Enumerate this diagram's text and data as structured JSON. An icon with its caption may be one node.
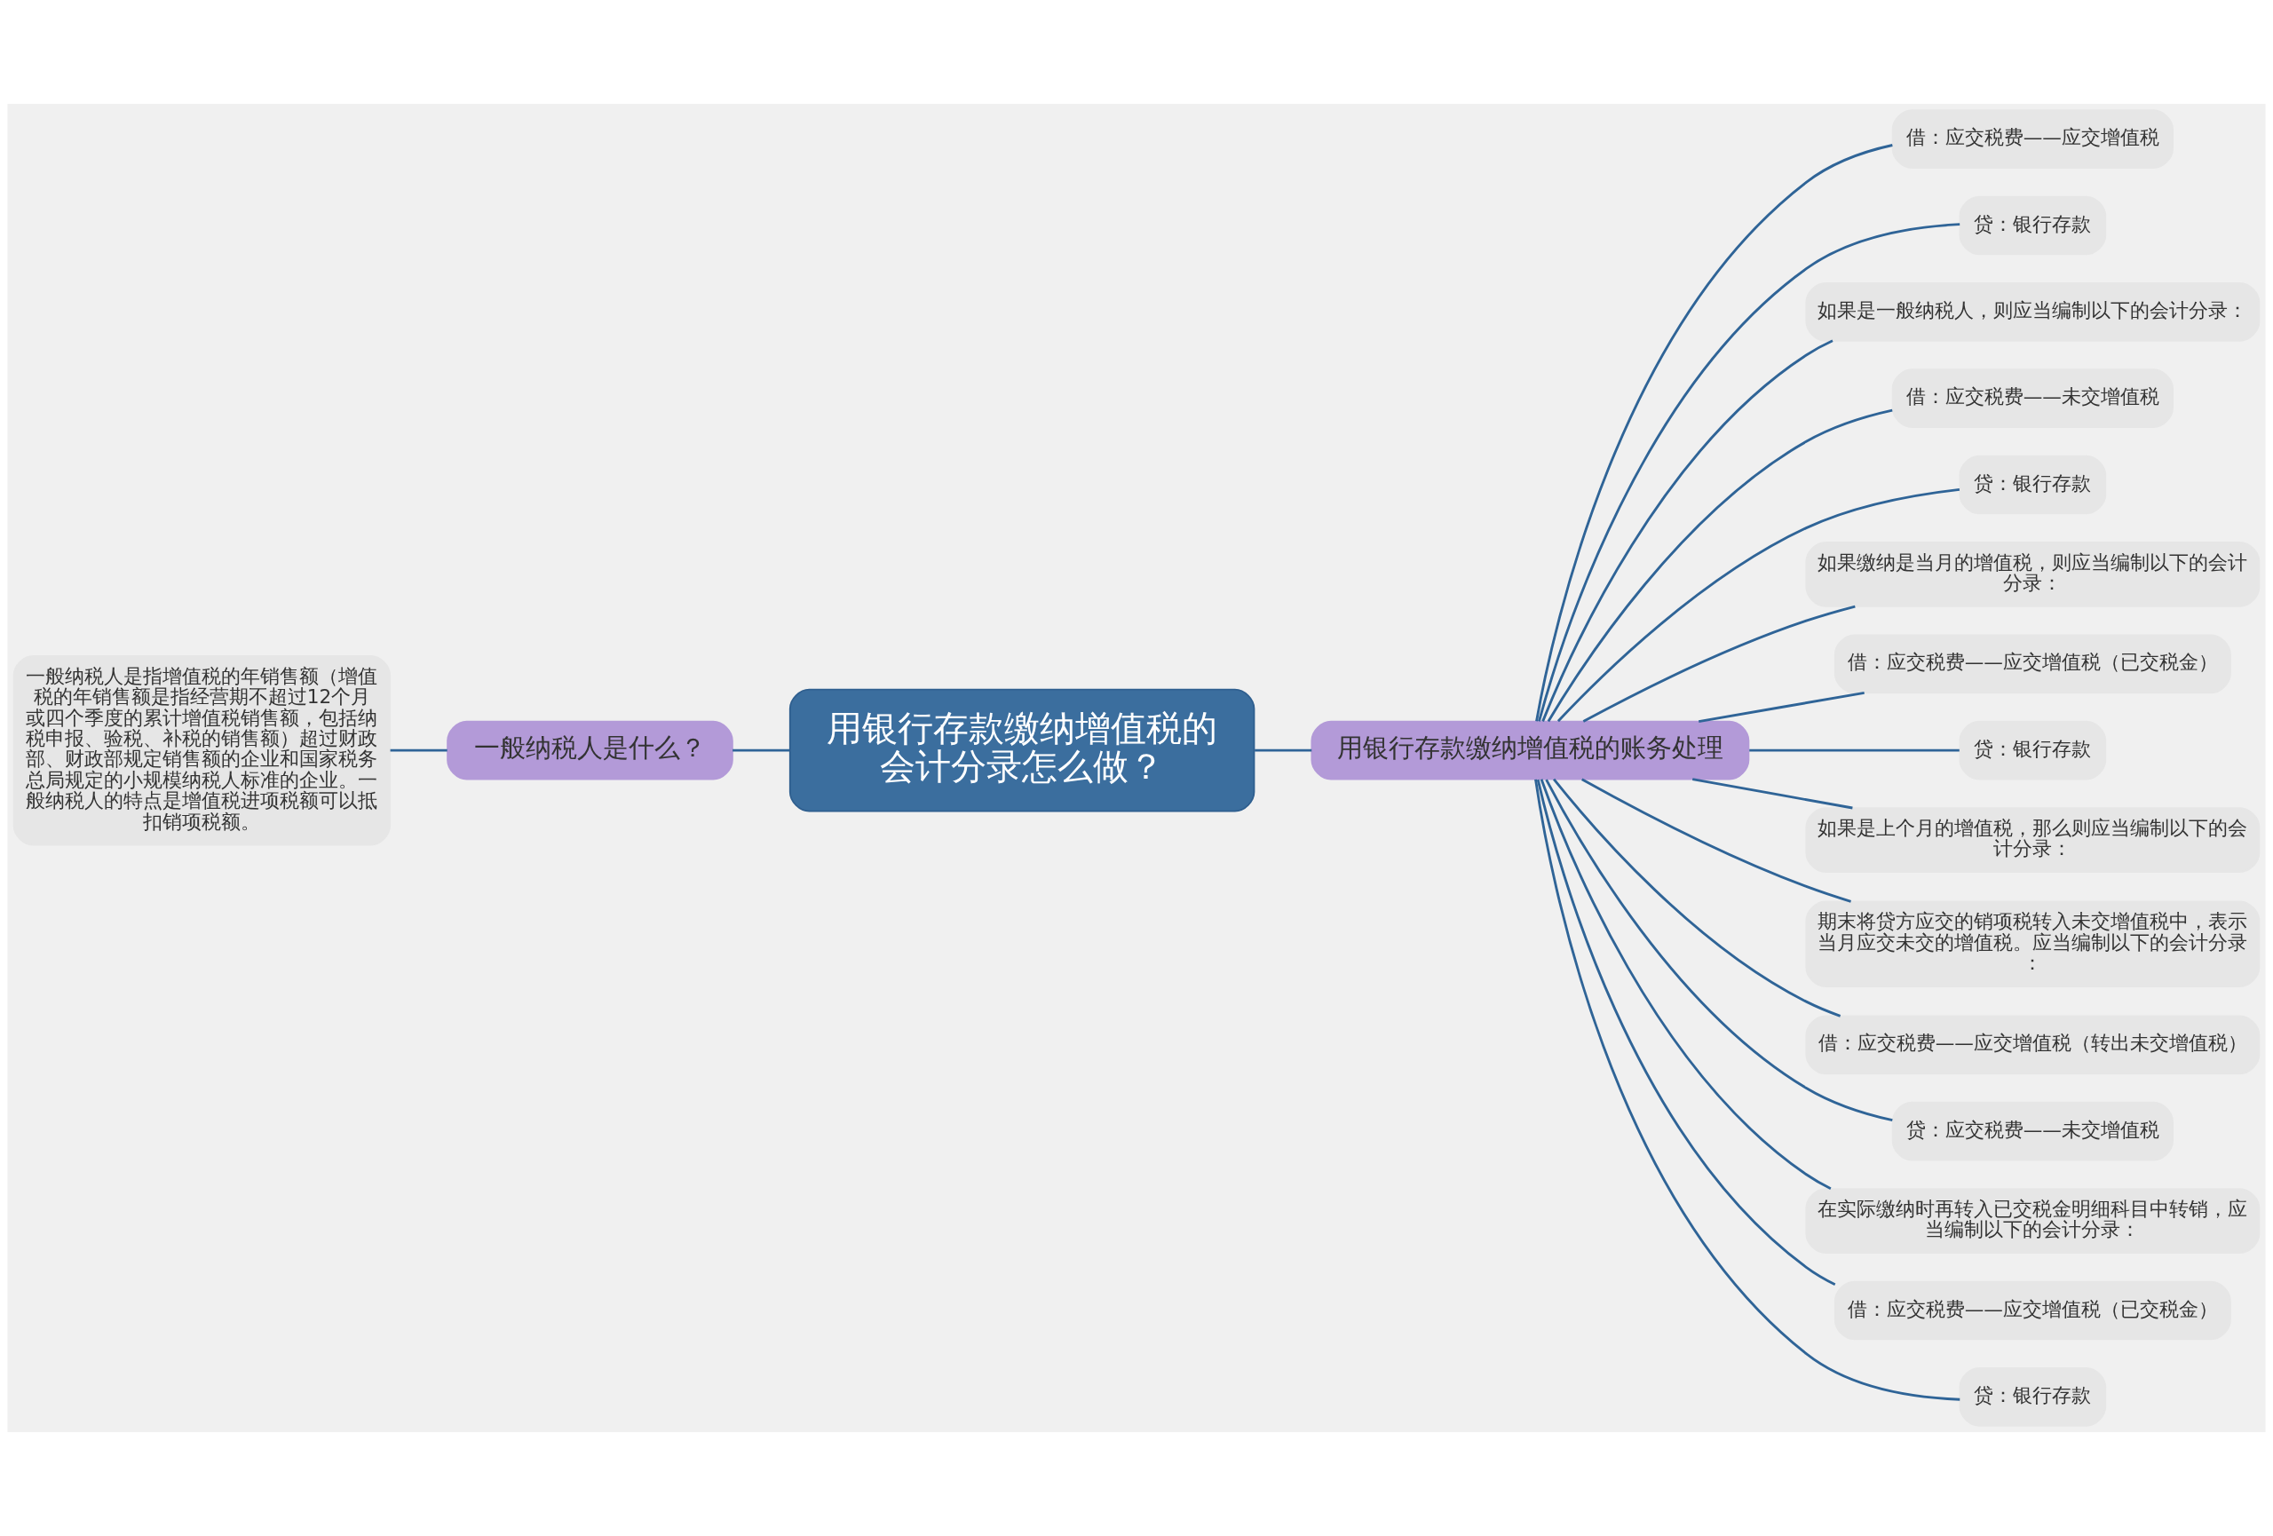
{
  "diagram": {
    "nodes": [
      {
        "text": [
          "用银行存款缴纳增值税的会计分录怎么做？"
        ]
      },
      {
        "text": [
          "一般纳税人是什么？"
        ]
      },
      {
        "text": [
          "一般纳税人是指增值税的年销售额（增值税的年销售额是指经营期不超过12个月或四个季度的累计增值税销售额，包括纳税申报、验税、补税的销售额）超过财政部、财政部规定销售额的企业和国家税务总局规定的小规模纳税人标准的企业。一般纳税人的特点是增值税进项税额可以抵扣销项税额。"
        ]
      },
      {
        "text": [
          "用银行存款缴纳增值税的账务处理"
        ]
      },
      {
        "text": [
          "借：应交税费——应交增值税"
        ]
      },
      {
        "text": [
          "贷：银行存款"
        ]
      },
      {
        "text": [
          "如果是一般纳税人，则应当编制以下的会计分录："
        ]
      },
      {
        "text": [
          "借：应交税费——未交增值税"
        ]
      },
      {
        "text": [
          "贷：银行存款"
        ]
      },
      {
        "text": [
          "如果缴纳是当月的增值税，则应当编制以下的会计分录："
        ]
      },
      {
        "text": [
          "借：应交税费——应交增值税（已交税金）"
        ]
      },
      {
        "text": [
          "贷：银行存款"
        ]
      },
      {
        "text": [
          "如果是上个月的增值税，那么则应当编制以下的会计分录："
        ]
      },
      {
        "text": [
          "期末将贷方应交的销项税转入未交增值税中，表示当月应交未交的增值税。应当编制以下的会计分录："
        ]
      },
      {
        "text": [
          "借：应交税费——应交增值税（转出未交增值税）"
        ]
      },
      {
        "text": [
          "贷：应交税费——未交增值税"
        ]
      },
      {
        "text": [
          "在实际缴纳时再转入已交税金明细科目中转销，应当编制以下的会计分录："
        ]
      },
      {
        "text": [
          "借：应交税费——应交增值税（已交税金）"
        ]
      },
      {
        "text": [
          "贷：银行存款"
        ]
      }
    ],
    "edges": [
      {
        "from": 0,
        "to": 1,
        "arrow": "none"
      },
      {
        "from": 1,
        "to": 2,
        "arrow": "none"
      },
      {
        "from": 0,
        "to": 3,
        "arrow": "none"
      },
      {
        "from": 3,
        "to": 4,
        "arrow": "none"
      },
      {
        "from": 3,
        "to": 5,
        "arrow": "none"
      },
      {
        "from": 3,
        "to": 6,
        "arrow": "none"
      },
      {
        "from": 3,
        "to": 7,
        "arrow": "none"
      },
      {
        "from": 3,
        "to": 8,
        "arrow": "none"
      },
      {
        "from": 3,
        "to": 9,
        "arrow": "none"
      },
      {
        "from": 3,
        "to": 10,
        "arrow": "none"
      },
      {
        "from": 3,
        "to": 11,
        "arrow": "none"
      },
      {
        "from": 3,
        "to": 12,
        "arrow": "none"
      },
      {
        "from": 3,
        "to": 13,
        "arrow": "none"
      },
      {
        "from": 3,
        "to": 14,
        "arrow": "none"
      },
      {
        "from": 3,
        "to": 15,
        "arrow": "none"
      },
      {
        "from": 3,
        "to": 16,
        "arrow": "none"
      },
      {
        "from": 3,
        "to": 17,
        "arrow": "none"
      },
      {
        "from": 3,
        "to": 18,
        "arrow": "none"
      }
    ]
  }
}
